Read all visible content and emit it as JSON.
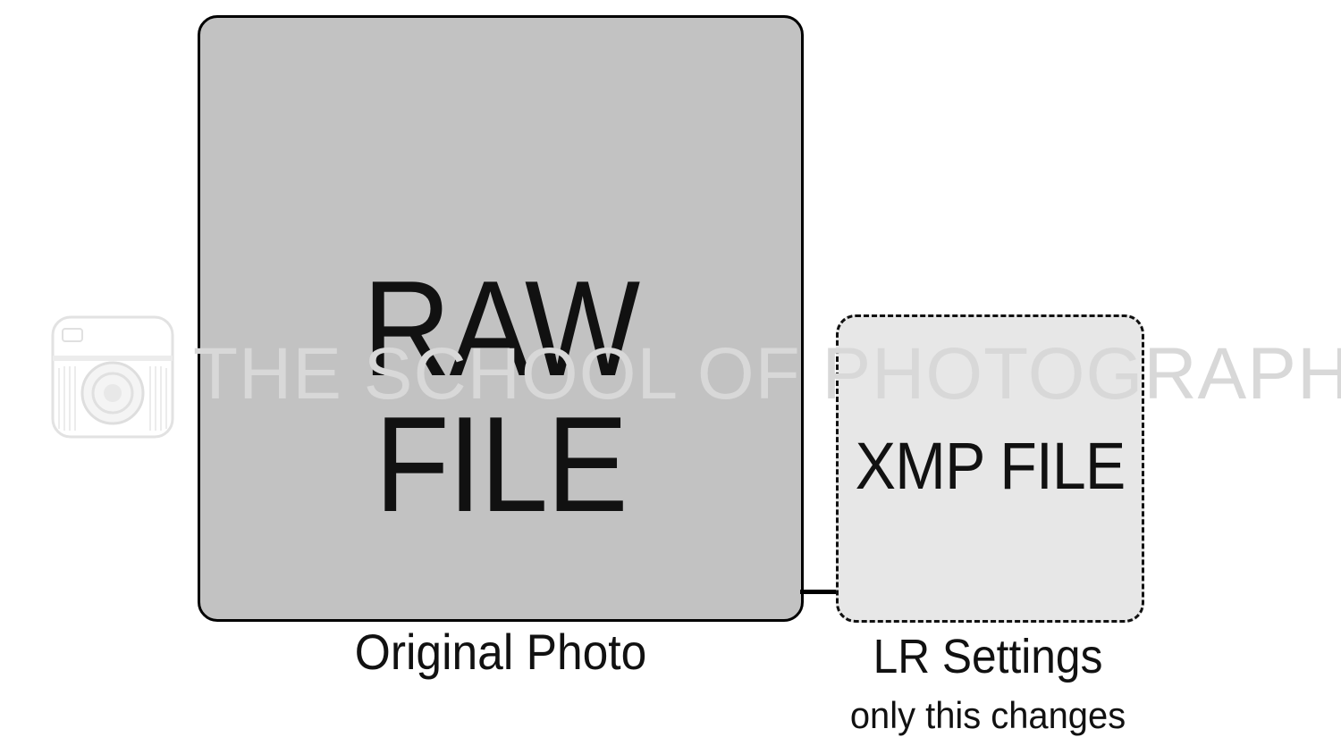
{
  "diagram": {
    "raw_box": {
      "label": "RAW FILE",
      "caption": "Original Photo"
    },
    "xmp_box": {
      "label": "XMP FILE",
      "caption": "LR Settings",
      "note": "only this changes"
    }
  },
  "watermark": {
    "text": "THE SCHOOL OF PHOTOGRAPHY",
    "logo_icon": "camera-logo-icon"
  },
  "colors": {
    "raw_fill": "#c2c2c2",
    "xmp_fill": "#e7e7e7",
    "stroke": "#000000",
    "watermark": "#d8d8d8"
  }
}
